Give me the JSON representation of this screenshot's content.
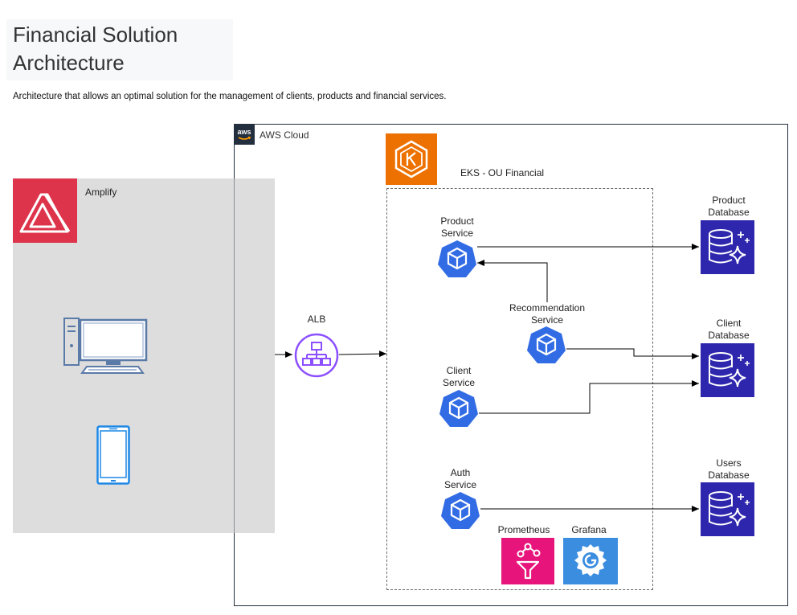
{
  "header": {
    "title": "Financial Solution Architecture",
    "description": "Architecture that allows an optimal solution for the management of clients, products and financial services."
  },
  "aws_cloud": {
    "label": "AWS Cloud"
  },
  "amplify": {
    "label": "Amplify",
    "clients": [
      "desktop-client-icon",
      "mobile-client-icon"
    ]
  },
  "alb": {
    "label": "ALB"
  },
  "eks": {
    "label": "EKS - OU Financial",
    "services": {
      "product": {
        "line1": "Product",
        "line2": "Service"
      },
      "recommendation": {
        "line1": "Recommendation",
        "line2": "Service"
      },
      "client": {
        "line1": "Client",
        "line2": "Service"
      },
      "auth": {
        "line1": "Auth",
        "line2": "Service"
      }
    },
    "monitoring": {
      "prometheus": "Prometheus",
      "grafana": "Grafana"
    }
  },
  "databases": {
    "product": {
      "line1": "Product",
      "line2": "Database"
    },
    "client": {
      "line1": "Client",
      "line2": "Database"
    },
    "users": {
      "line1": "Users",
      "line2": "Database"
    }
  },
  "colors": {
    "aws_dark": "#232f3e",
    "amplify_red": "#dd344c",
    "eks_orange": "#ed7100",
    "pod_blue": "#326ce5",
    "alb_purple": "#8c4fff",
    "db_indigo": "#2e27ad",
    "prometheus_pink": "#e7157b",
    "grafana_blue": "#3b8de0"
  }
}
